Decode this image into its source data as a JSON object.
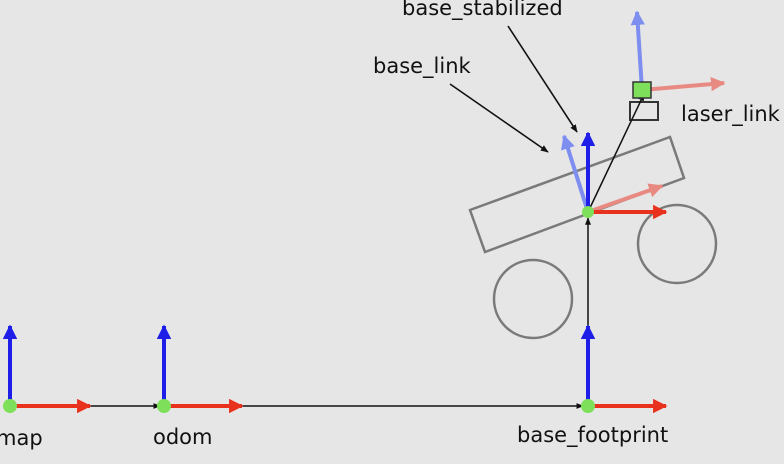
{
  "labels": {
    "map": "map",
    "odom": "odom",
    "base_footprint": "base_footprint",
    "base_link": "base_link",
    "base_stabilized": "base_stabilized",
    "laser_link": "laser_link"
  },
  "colors": {
    "background": "#e6e6e6",
    "x_axis": "#e8321e",
    "z_axis": "#1e1ee8",
    "x_axis_faded": "#e88a82",
    "z_axis_faded": "#7d8ef0",
    "origin": "#7ee05a",
    "robot_outline": "#7a7a7a",
    "connector": "#111111"
  }
}
